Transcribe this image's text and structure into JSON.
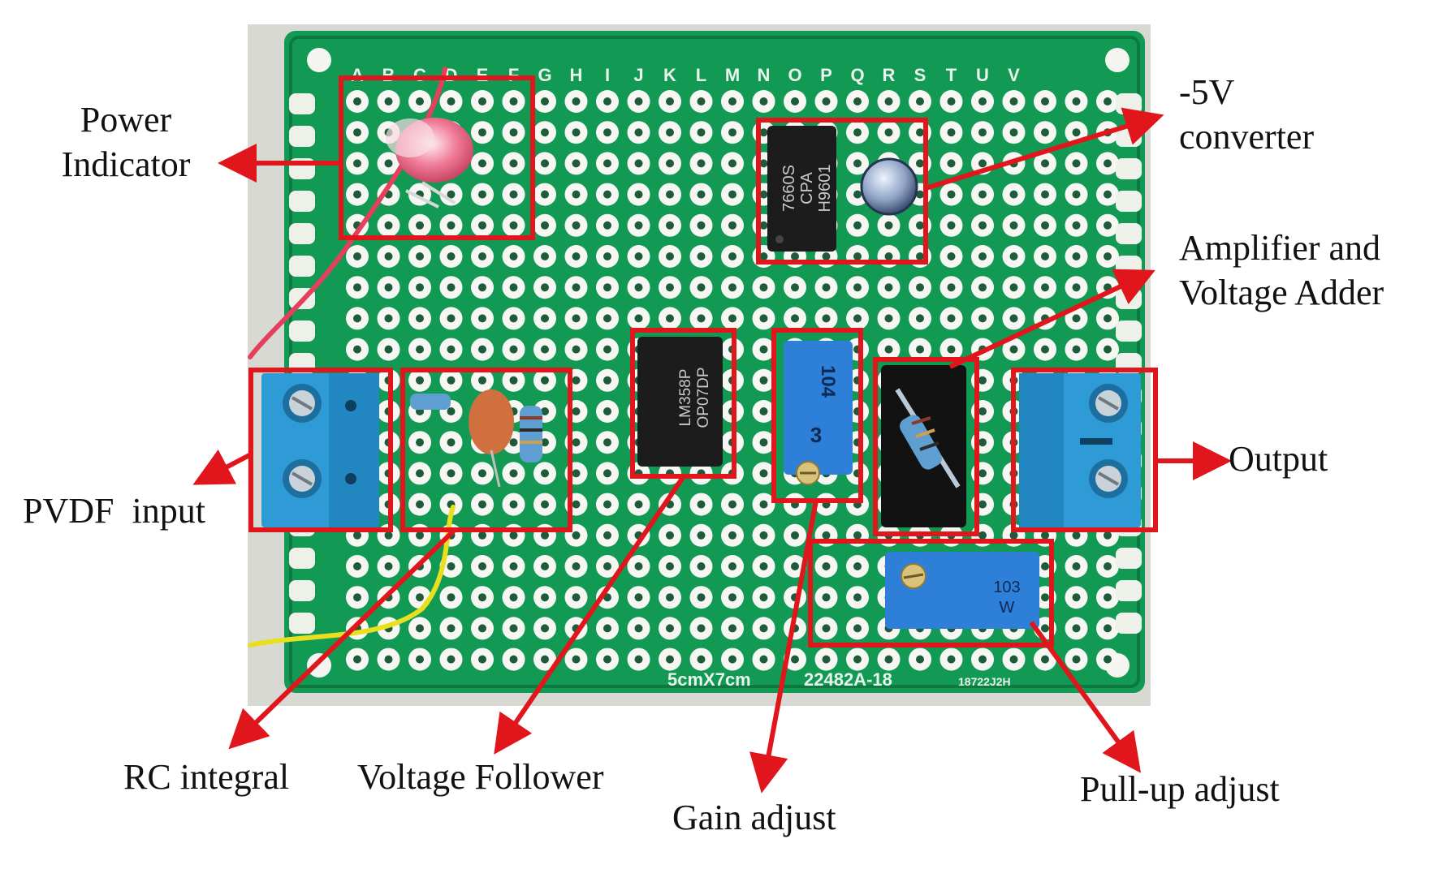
{
  "board": {
    "column_letters": [
      "A",
      "B",
      "C",
      "D",
      "E",
      "F",
      "G",
      "H",
      "I",
      "J",
      "K",
      "L",
      "M",
      "N",
      "O",
      "P",
      "Q",
      "R",
      "S",
      "T",
      "U",
      "V"
    ],
    "silkscreen_size": "5cmX7cm",
    "silkscreen_part": "22482A-18",
    "silkscreen_code": "18722J2H",
    "chip_converter_text": [
      "7660S",
      "CPA",
      "H9601"
    ],
    "chip_follower_text": [
      "LM358P",
      "OP07DP"
    ],
    "pot_gain_text": [
      "104",
      "3"
    ],
    "pot_pullup_text": [
      "103",
      "W"
    ]
  },
  "labels": {
    "power_indicator": [
      "Power",
      "Indicator"
    ],
    "converter": [
      "-5V",
      "converter"
    ],
    "amplifier": [
      "Amplifier and",
      "Voltage Adder"
    ],
    "pvdf_input": "PVDF  input",
    "output": "Output",
    "rc_integral": "RC integral",
    "voltage_follower": "Voltage Follower",
    "gain_adjust": "Gain adjust",
    "pullup_adjust": "Pull-up adjust"
  },
  "colors": {
    "pcb": "#129a55",
    "pcb_dark": "#0c7a40",
    "highlight": "#e0161c",
    "terminal": "#2f9bd6",
    "pot": "#2d7fd8",
    "led": "#f07d9a",
    "wire_red": "#e4405e",
    "wire_yellow": "#e8df1e"
  }
}
